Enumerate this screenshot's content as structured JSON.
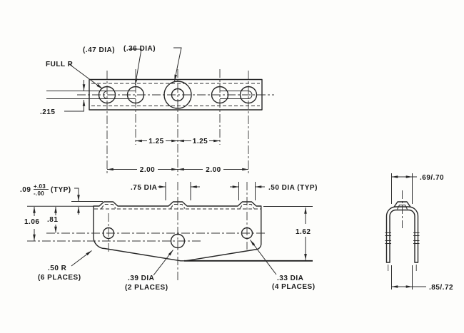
{
  "top_view": {
    "label_full_r": "FULL R",
    "label_dia_47": "(.47 DIA)",
    "label_dia_36": "(.36 DIA)",
    "dim_slot_width": ".215",
    "dim_pitch_left": "1.25",
    "dim_pitch_right": "1.25",
    "dim_span_left": "2.00",
    "dim_span_right": "2.00"
  },
  "front_view": {
    "dim_emboss_val": ".09",
    "dim_emboss_plus": "+.03",
    "dim_emboss_minus": "-.00",
    "dim_emboss_typ": "(TYP)",
    "dim_height_center": "1.06",
    "dim_height_outer": ".81",
    "dim_boss_center": ".75 DIA",
    "dim_boss_outer": ".50 DIA (TYP)",
    "dim_height_overall": "1.62",
    "callout_corner_radius": ".50 R",
    "callout_corner_radius_places": "(6 PLACES)",
    "callout_hole_center": ".39 DIA",
    "callout_hole_center_places": "(2 PLACES)",
    "callout_hole_outer": ".33 DIA",
    "callout_hole_outer_places": "(4 PLACES)"
  },
  "side_view": {
    "dim_width_top": ".69/.70",
    "dim_width_bottom": ".85/.72"
  }
}
